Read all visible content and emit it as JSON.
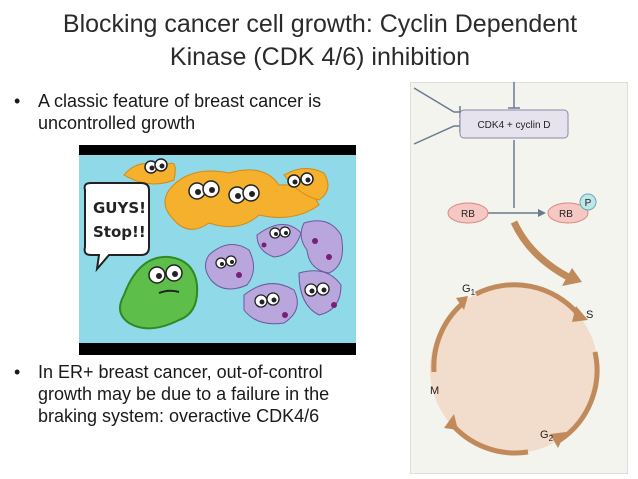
{
  "slide": {
    "title_line1": "Blocking cancer cell growth: Cyclin Dependent",
    "title_line2": "Kinase (CDK 4/6) inhibition",
    "bullets": [
      {
        "marker": "•",
        "lines": [
          "A classic feature of breast cancer is",
          "uncontrolled growth"
        ]
      },
      {
        "marker": "•",
        "lines": [
          "In ER+ breast cancer, out-of-control",
          "growth may be due to a failure in the",
          "braking system: overactive CDK4/6"
        ]
      }
    ]
  },
  "cartoon": {
    "speech": [
      "GUYS!",
      "Stop!!"
    ]
  },
  "diagram": {
    "cdk_box": "CDK4 + cyclin D",
    "rb_left": "RB",
    "rb_right": "RB",
    "phospho": "P",
    "phases": {
      "g1": "G",
      "g1_sub": "1",
      "s": "S",
      "g2": "G",
      "g2_sub": "2",
      "m": "M"
    },
    "colors": {
      "panel_bg": "#f3f4ee",
      "circle_fill": "#f2dccb",
      "arrow": "#c08a5a",
      "rb_fill": "#f6c8c3",
      "rb_stroke": "#d98880",
      "line": "#6b7a90"
    }
  }
}
